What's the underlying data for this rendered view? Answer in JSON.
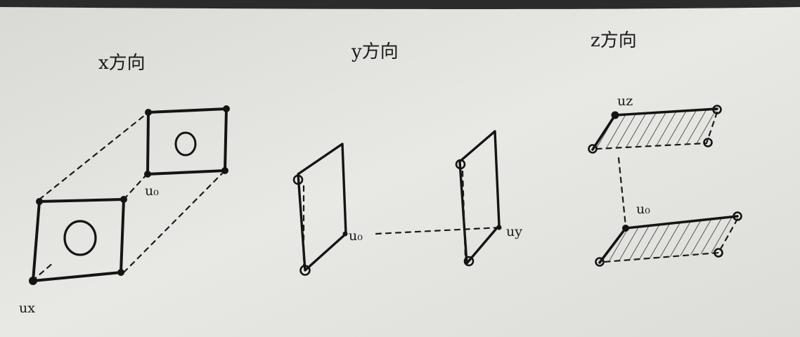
{
  "colors": {
    "paper": "#e6e6e2",
    "ink": "#141414"
  },
  "panels": {
    "x": {
      "title": "x方向",
      "label_ux": "ux",
      "label_u0": "u₀"
    },
    "y": {
      "title": "y方向",
      "label_u0": "u₀",
      "label_uy": "uy"
    },
    "z": {
      "title": "z方向",
      "label_uz": "uz",
      "label_u0": "u₀"
    }
  }
}
